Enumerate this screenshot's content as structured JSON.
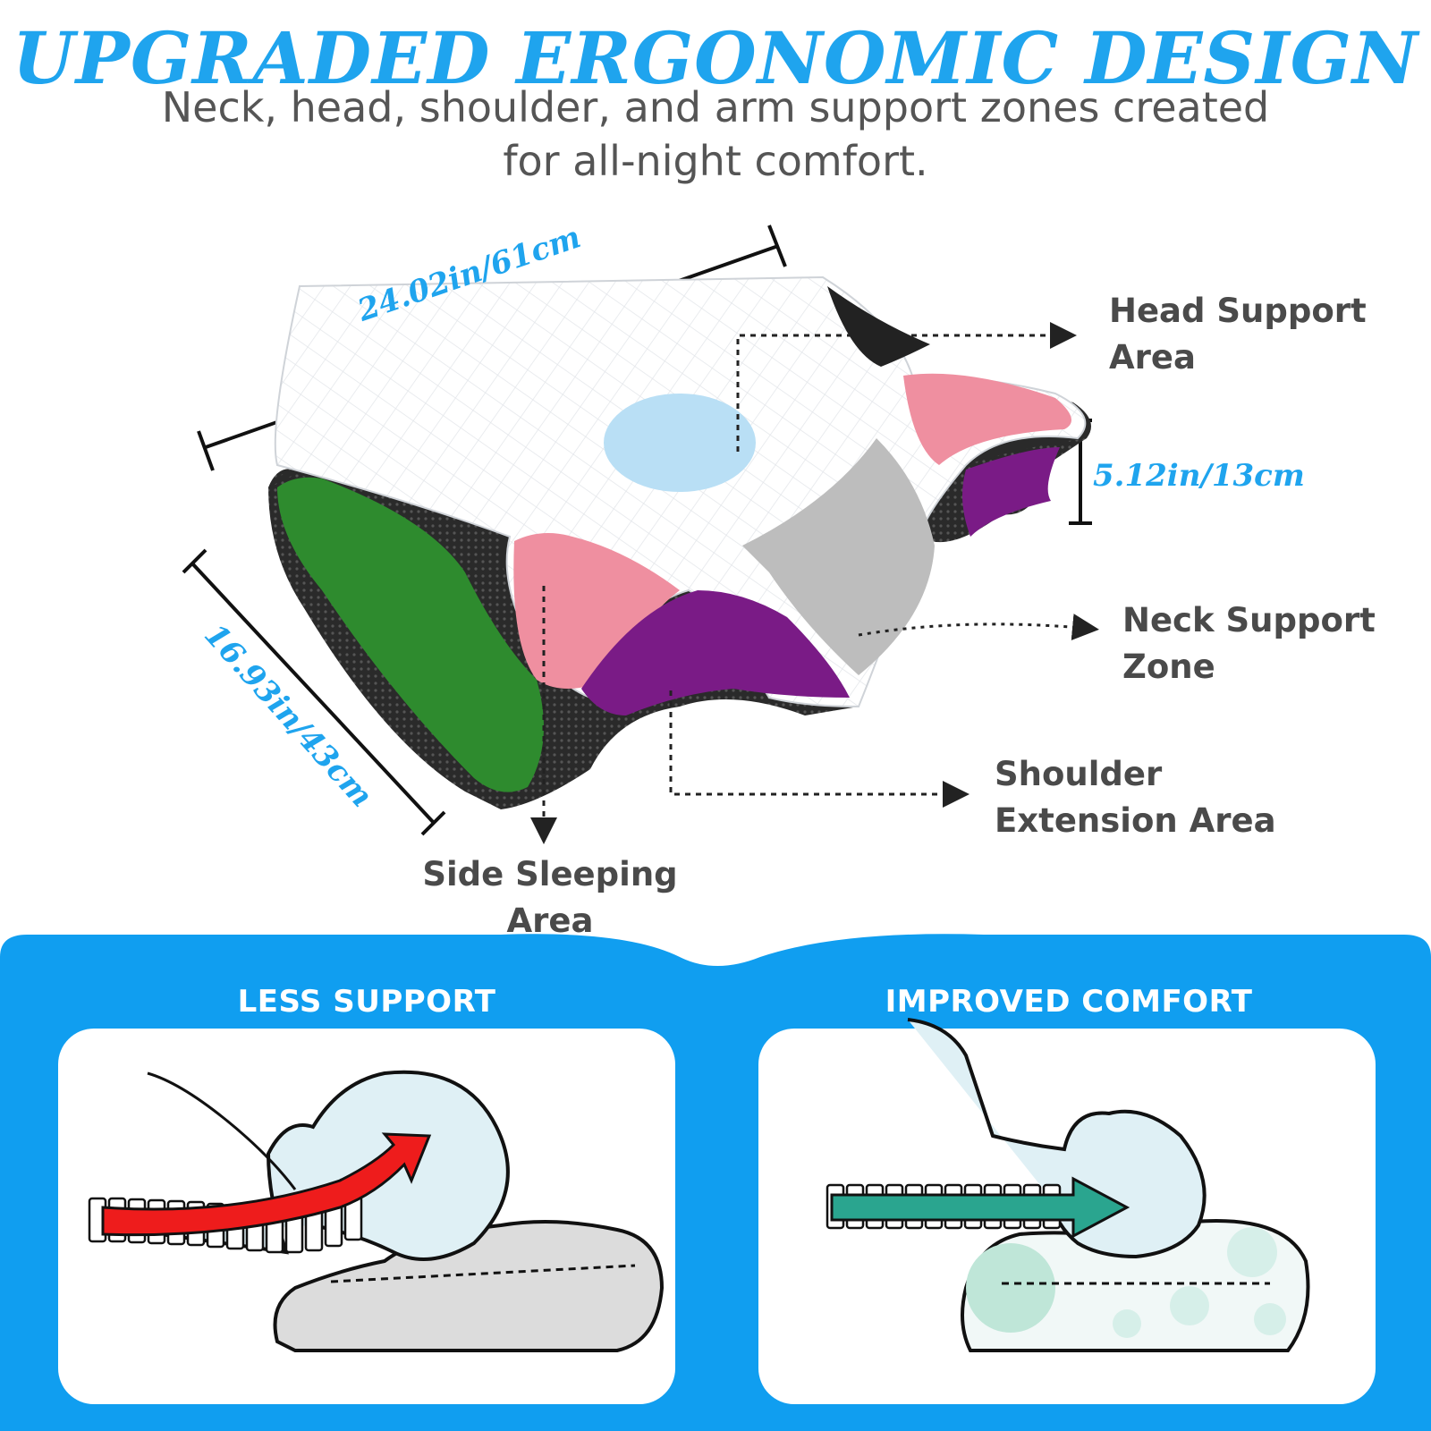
{
  "header": {
    "title": "UPGRADED ERGONOMIC DESIGN",
    "subtitle_line1": "Neck, head, shoulder, and arm support zones created",
    "subtitle_line2": "for all-night comfort."
  },
  "dimensions": {
    "length": "24.02in/61cm",
    "width": "16.93in/43cm",
    "height": "5.12in/13cm"
  },
  "callouts": {
    "head_support": [
      "Head Support",
      "Area"
    ],
    "neck_support": [
      "Neck Support",
      "Zone"
    ],
    "shoulder_extension": [
      "Shoulder",
      "Extension Area"
    ],
    "side_sleeping": [
      "Side Sleeping",
      "Area"
    ]
  },
  "comparison": {
    "left_label": "LESS SUPPORT",
    "right_label": "IMPROVED COMFORT"
  },
  "colors": {
    "accent_blue": "#1fa4ee",
    "text_gray": "#4a4a4a",
    "banner_blue": "#109ef0",
    "zone_green": "#2e8b2e",
    "zone_purple": "#7a1b86",
    "zone_pink": "#ef8fa0",
    "zone_gray": "#bdbdbd",
    "zone_light_blue": "#b9dff5",
    "arrow_red": "#ee1c1c",
    "arrow_teal": "#2aa58f"
  },
  "icons": {
    "pillow": "contour-pillow-illustration",
    "less_support": "misaligned-spine-diagram",
    "improved": "aligned-spine-diagram"
  }
}
